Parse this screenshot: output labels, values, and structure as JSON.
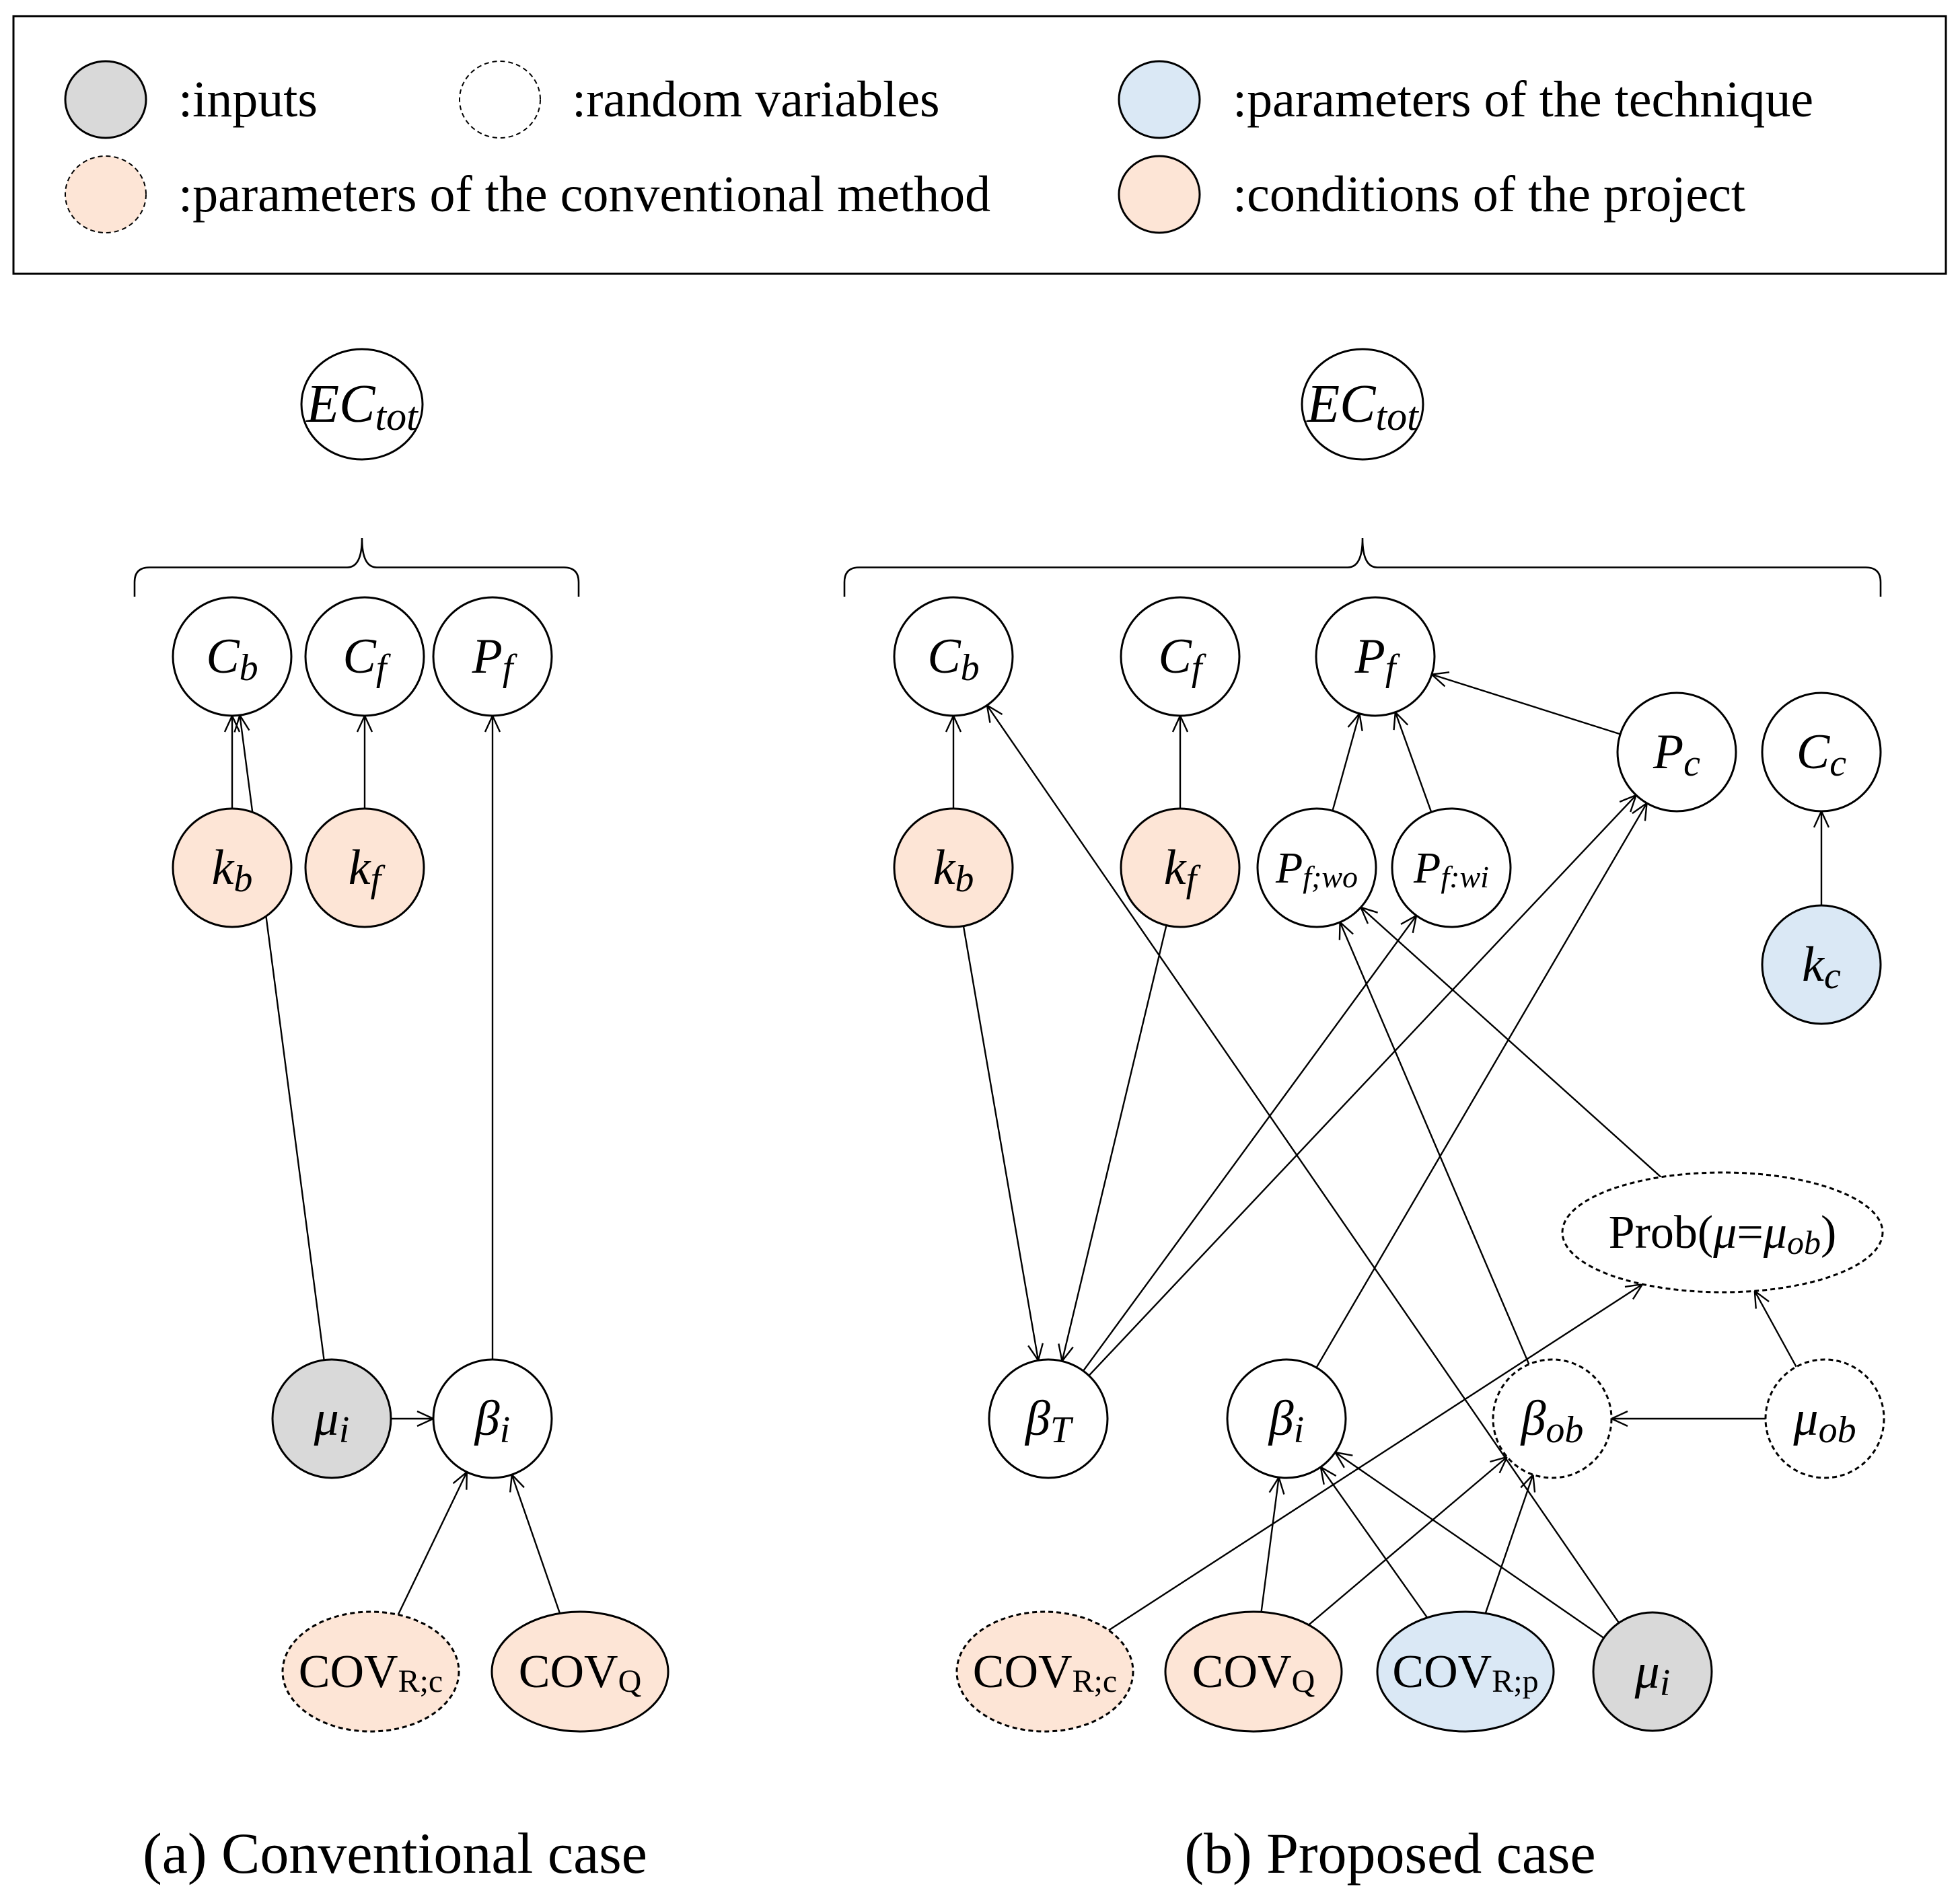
{
  "styles": {
    "input": "#d9d9d9",
    "random": "#ffffff",
    "technique": "#dae8f5",
    "project": "#fde5d6",
    "conventional": "#fde5d6"
  },
  "legend": [
    {
      "id": "inputs",
      "label": ":inputs",
      "style": "input",
      "dashed": false
    },
    {
      "id": "random-variables",
      "label": ":random variables",
      "style": "random",
      "dashed": true
    },
    {
      "id": "parameters-technique",
      "label": ":parameters of the technique",
      "style": "technique",
      "dashed": false
    },
    {
      "id": "parameters-conventional",
      "label": ":parameters of the conventional method",
      "style": "conventional",
      "dashed": true
    },
    {
      "id": "conditions-project",
      "label": ":conditions of the project",
      "style": "project",
      "dashed": false
    }
  ],
  "panels": [
    {
      "id": "a",
      "caption": "(a) Conventional case",
      "top": {
        "id": "ec-tot",
        "label": [
          [
            "EC",
            "i",
            "",
            80
          ],
          [
            "tot",
            "i",
            "sub",
            60
          ]
        ]
      },
      "nodes": [
        {
          "id": "cb",
          "style": "random",
          "dashed": false,
          "label": [
            [
              "C",
              "i",
              "",
              74
            ],
            [
              "b",
              "i",
              "sub",
              56
            ]
          ]
        },
        {
          "id": "cf",
          "style": "random",
          "dashed": false,
          "label": [
            [
              "C",
              "i",
              "",
              74
            ],
            [
              "f",
              "i",
              "sub",
              56
            ]
          ]
        },
        {
          "id": "pf",
          "style": "random",
          "dashed": false,
          "label": [
            [
              "P",
              "i",
              "",
              74
            ],
            [
              "f",
              "i",
              "sub",
              56
            ]
          ]
        },
        {
          "id": "kb",
          "style": "project",
          "dashed": false,
          "label": [
            [
              "k",
              "i",
              "",
              74
            ],
            [
              "b",
              "i",
              "sub",
              56
            ]
          ]
        },
        {
          "id": "kf",
          "style": "project",
          "dashed": false,
          "label": [
            [
              "k",
              "i",
              "",
              74
            ],
            [
              "f",
              "i",
              "sub",
              56
            ]
          ]
        },
        {
          "id": "mu-i",
          "style": "input",
          "dashed": false,
          "label": [
            [
              "μ",
              "i",
              "",
              74
            ],
            [
              "i",
              "i",
              "sub",
              56
            ]
          ]
        },
        {
          "id": "beta-i",
          "style": "random",
          "dashed": false,
          "label": [
            [
              "β",
              "i",
              "",
              74
            ],
            [
              "i",
              "i",
              "sub",
              56
            ]
          ]
        },
        {
          "id": "cov-rc",
          "style": "conventional",
          "dashed": true,
          "label": [
            [
              "COV",
              "n",
              "",
              70
            ],
            [
              "R;c",
              "n",
              "sub",
              48
            ]
          ]
        },
        {
          "id": "cov-q",
          "style": "project",
          "dashed": false,
          "label": [
            [
              "COV",
              "n",
              "",
              70
            ],
            [
              "Q",
              "n",
              "sub",
              48
            ]
          ]
        }
      ],
      "edges": [
        [
          "kb",
          "cb"
        ],
        [
          "kf",
          "cf"
        ],
        [
          "mu-i",
          "cb"
        ],
        [
          "beta-i",
          "pf"
        ],
        [
          "mu-i",
          "beta-i"
        ],
        [
          "cov-rc",
          "beta-i"
        ],
        [
          "cov-q",
          "beta-i"
        ]
      ]
    },
    {
      "id": "b",
      "caption": "(b) Proposed case",
      "top": {
        "id": "ec-tot",
        "label": [
          [
            "EC",
            "i",
            "",
            80
          ],
          [
            "tot",
            "i",
            "sub",
            60
          ]
        ]
      },
      "nodes": [
        {
          "id": "cb",
          "style": "random",
          "dashed": false,
          "label": [
            [
              "C",
              "i",
              "",
              74
            ],
            [
              "b",
              "i",
              "sub",
              56
            ]
          ]
        },
        {
          "id": "cf",
          "style": "random",
          "dashed": false,
          "label": [
            [
              "C",
              "i",
              "",
              74
            ],
            [
              "f",
              "i",
              "sub",
              56
            ]
          ]
        },
        {
          "id": "pf",
          "style": "random",
          "dashed": false,
          "label": [
            [
              "P",
              "i",
              "",
              74
            ],
            [
              "f",
              "i",
              "sub",
              56
            ]
          ]
        },
        {
          "id": "pc",
          "style": "random",
          "dashed": false,
          "label": [
            [
              "P",
              "i",
              "",
              74
            ],
            [
              "c",
              "i",
              "sub",
              56
            ]
          ]
        },
        {
          "id": "cc",
          "style": "random",
          "dashed": false,
          "label": [
            [
              "C",
              "i",
              "",
              74
            ],
            [
              "c",
              "i",
              "sub",
              56
            ]
          ]
        },
        {
          "id": "kb",
          "style": "project",
          "dashed": false,
          "label": [
            [
              "k",
              "i",
              "",
              74
            ],
            [
              "b",
              "i",
              "sub",
              56
            ]
          ]
        },
        {
          "id": "kf",
          "style": "project",
          "dashed": false,
          "label": [
            [
              "k",
              "i",
              "",
              74
            ],
            [
              "f",
              "i",
              "sub",
              56
            ]
          ]
        },
        {
          "id": "pf-wo",
          "style": "random",
          "dashed": false,
          "label": [
            [
              "P",
              "i",
              "",
              66
            ],
            [
              "f;wo",
              "i",
              "sub",
              46
            ]
          ]
        },
        {
          "id": "pf-wi",
          "style": "random",
          "dashed": false,
          "label": [
            [
              "P",
              "i",
              "",
              66
            ],
            [
              "f:wi",
              "i",
              "sub",
              46
            ]
          ]
        },
        {
          "id": "kc",
          "style": "technique",
          "dashed": false,
          "label": [
            [
              "k",
              "i",
              "",
              74
            ],
            [
              "c",
              "i",
              "sub",
              56
            ]
          ]
        },
        {
          "id": "prob",
          "style": "random",
          "dashed": true,
          "label": [
            [
              "Prob(",
              "n",
              "",
              70
            ],
            [
              "μ",
              "i",
              "",
              70
            ],
            [
              "=",
              "n",
              "",
              70
            ],
            [
              "μ",
              "i",
              "",
              70
            ],
            [
              "ob",
              "i",
              "sub",
              50
            ],
            [
              ")",
              "n",
              "",
              70
            ]
          ]
        },
        {
          "id": "beta-t",
          "style": "random",
          "dashed": false,
          "label": [
            [
              "β",
              "i",
              "",
              74
            ],
            [
              "T",
              "i",
              "sub",
              56
            ]
          ]
        },
        {
          "id": "beta-i",
          "style": "random",
          "dashed": false,
          "label": [
            [
              "β",
              "i",
              "",
              74
            ],
            [
              "i",
              "i",
              "sub",
              56
            ]
          ]
        },
        {
          "id": "beta-ob",
          "style": "random",
          "dashed": true,
          "label": [
            [
              "β",
              "i",
              "",
              74
            ],
            [
              "ob",
              "i",
              "sub",
              56
            ]
          ]
        },
        {
          "id": "mu-ob",
          "style": "random",
          "dashed": true,
          "label": [
            [
              "μ",
              "i",
              "",
              74
            ],
            [
              "ob",
              "i",
              "sub",
              56
            ]
          ]
        },
        {
          "id": "cov-rc",
          "style": "conventional",
          "dashed": true,
          "label": [
            [
              "COV",
              "n",
              "",
              70
            ],
            [
              "R;c",
              "n",
              "sub",
              48
            ]
          ]
        },
        {
          "id": "cov-q",
          "style": "project",
          "dashed": false,
          "label": [
            [
              "COV",
              "n",
              "",
              70
            ],
            [
              "Q",
              "n",
              "sub",
              48
            ]
          ]
        },
        {
          "id": "cov-rp",
          "style": "technique",
          "dashed": false,
          "label": [
            [
              "COV",
              "n",
              "",
              70
            ],
            [
              "R;p",
              "n",
              "sub",
              48
            ]
          ]
        },
        {
          "id": "mu-i",
          "style": "input",
          "dashed": false,
          "label": [
            [
              "μ",
              "i",
              "",
              74
            ],
            [
              "i",
              "i",
              "sub",
              56
            ]
          ]
        }
      ],
      "edges": [
        [
          "kb",
          "cb"
        ],
        [
          "kf",
          "cf"
        ],
        [
          "pf-wo",
          "pf"
        ],
        [
          "pf-wi",
          "pf"
        ],
        [
          "pc",
          "pf"
        ],
        [
          "kc",
          "cc"
        ],
        [
          "kb",
          "beta-t"
        ],
        [
          "kf",
          "beta-t"
        ],
        [
          "beta-t",
          "pf-wi"
        ],
        [
          "beta-t",
          "pc"
        ],
        [
          "beta-i",
          "pc"
        ],
        [
          "prob",
          "pf-wo"
        ],
        [
          "beta-ob",
          "pf-wo"
        ],
        [
          "mu-i",
          "cb"
        ],
        [
          "mu-ob",
          "prob"
        ],
        [
          "mu-ob",
          "beta-ob"
        ],
        [
          "cov-rc",
          "prob"
        ],
        [
          "cov-q",
          "beta-i"
        ],
        [
          "cov-q",
          "beta-ob"
        ],
        [
          "cov-rp",
          "beta-i"
        ],
        [
          "cov-rp",
          "beta-ob"
        ],
        [
          "mu-i",
          "beta-i"
        ]
      ]
    }
  ]
}
